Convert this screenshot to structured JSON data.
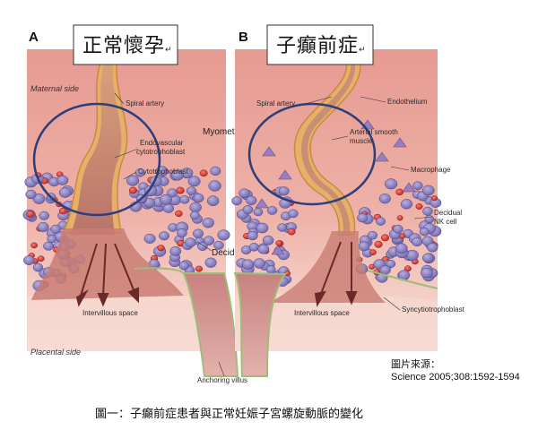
{
  "panel_a": {
    "letter": "A",
    "title": "正常懷孕",
    "title_mark": "↵",
    "labels": {
      "maternal_side": "Maternal side",
      "spiral_artery": "Spiral artery",
      "myometrium": "Myometrium",
      "endovascular_1": "Endovascular",
      "endovascular_2": "cytotrophoblast",
      "cytotrophoblast": "Cytotrophoblast",
      "decidua": "Decidua",
      "intervillous": "Intervillous space",
      "placental_side": "Placental side",
      "anchoring_villus": "Anchoring villus"
    }
  },
  "panel_b": {
    "letter": "B",
    "title": "子癲前症",
    "title_mark": "↵",
    "labels": {
      "spiral_artery": "Spiral artery",
      "endothelium": "Endothelium",
      "arterial_sm_1": "Arterial smooth",
      "arterial_sm_2": "muscle",
      "macrophage": "Macrophage",
      "decidual_nk_1": "Decidual",
      "decidual_nk_2": "NK cell",
      "intervillous": "Intervillous space",
      "syncytio": "Syncytiotrophoblast"
    }
  },
  "source": {
    "line1": "圖片來源：",
    "line2": "Science 2005;308:1592-1594"
  },
  "caption": "圖一：子癲前症患者與正常妊娠子宮螺旋動脈的變化",
  "colors": {
    "tissue_top": "#e9a39a",
    "tissue_bottom": "#f7d9d0",
    "artery_wall": "#e8c070",
    "artery_lumen": "#c98f72",
    "cell_purple": "#8a7fc0",
    "cell_red": "#d0332e",
    "villus": "#cf8a85",
    "circle": "#2e3e7a"
  }
}
